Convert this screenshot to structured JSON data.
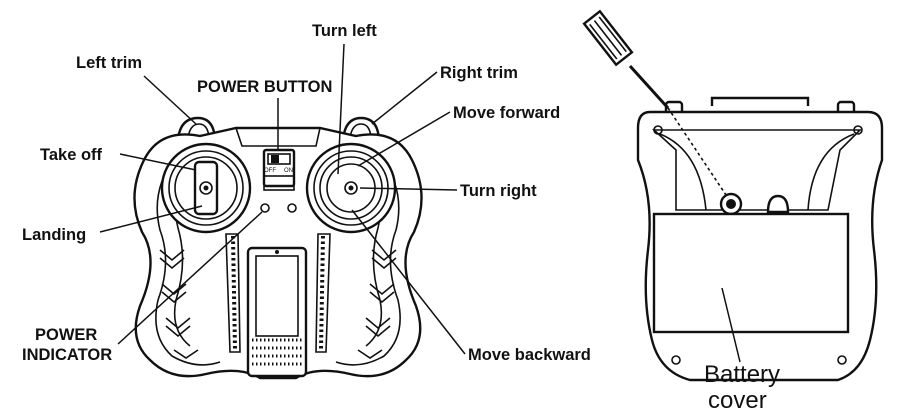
{
  "labels": {
    "left_trim": "Left trim",
    "take_off": "Take off",
    "landing": "Landing",
    "power_button": "POWER BUTTON",
    "turn_left": "Turn left",
    "right_trim": "Right trim",
    "move_forward": "Move forward",
    "turn_right": "Turn right",
    "move_backward": "Move backward",
    "power_indicator_line1": "POWER",
    "power_indicator_line2": "INDICATOR",
    "battery_cover_line1": "Battery",
    "battery_cover_line2": "cover",
    "switch_off": "OFF",
    "switch_on": "ON"
  },
  "colors": {
    "line": "#111111",
    "background": "#ffffff"
  }
}
